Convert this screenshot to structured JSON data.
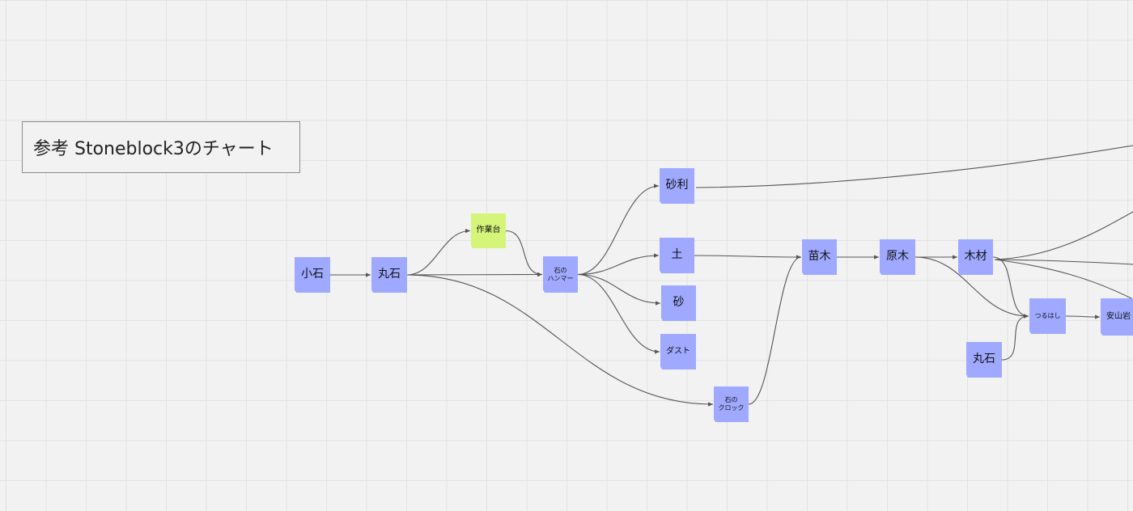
{
  "board": {
    "title": "参考 Stoneblock3のチャート"
  },
  "colors": {
    "note_blue": "#9ea9ff",
    "note_green": "#d5f57a",
    "edge": "#555555",
    "grid": "#e2e2e2",
    "background": "#f2f2f2"
  },
  "nodes": [
    {
      "id": "pebble",
      "label": "小石",
      "color": "blue"
    },
    {
      "id": "cobble1",
      "label": "丸石",
      "color": "blue"
    },
    {
      "id": "crafting_table",
      "label": "作業台",
      "color": "green"
    },
    {
      "id": "stone_hammer",
      "label": "石の\nハンマー",
      "color": "blue"
    },
    {
      "id": "gravel",
      "label": "砂利",
      "color": "blue"
    },
    {
      "id": "dirt",
      "label": "土",
      "color": "blue"
    },
    {
      "id": "sand",
      "label": "砂",
      "color": "blue"
    },
    {
      "id": "dust",
      "label": "ダスト",
      "color": "blue"
    },
    {
      "id": "stone_crook",
      "label": "石の\nクロック",
      "color": "blue"
    },
    {
      "id": "sapling",
      "label": "苗木",
      "color": "blue"
    },
    {
      "id": "log",
      "label": "原木",
      "color": "blue"
    },
    {
      "id": "planks",
      "label": "木材",
      "color": "blue"
    },
    {
      "id": "cobble2",
      "label": "丸石",
      "color": "blue"
    },
    {
      "id": "pickaxe",
      "label": "つるはし",
      "color": "blue"
    },
    {
      "id": "andesite",
      "label": "安山岩",
      "color": "blue"
    }
  ],
  "edges": [
    {
      "from": "pebble",
      "to": "cobble1"
    },
    {
      "from": "cobble1",
      "to": "crafting_table"
    },
    {
      "from": "crafting_table",
      "to": "stone_hammer"
    },
    {
      "from": "cobble1",
      "to": "stone_hammer"
    },
    {
      "from": "cobble1",
      "to": "stone_crook"
    },
    {
      "from": "stone_hammer",
      "to": "gravel"
    },
    {
      "from": "stone_hammer",
      "to": "dirt"
    },
    {
      "from": "stone_hammer",
      "to": "sand"
    },
    {
      "from": "stone_hammer",
      "to": "dust"
    },
    {
      "from": "dirt",
      "to": "sapling"
    },
    {
      "from": "stone_crook",
      "to": "sapling"
    },
    {
      "from": "sapling",
      "to": "log"
    },
    {
      "from": "log",
      "to": "planks"
    },
    {
      "from": "log",
      "to": "pickaxe"
    },
    {
      "from": "planks",
      "to": "pickaxe"
    },
    {
      "from": "cobble2",
      "to": "pickaxe"
    },
    {
      "from": "pickaxe",
      "to": "andesite"
    }
  ],
  "offscreen_edges": [
    {
      "from": "gravel"
    },
    {
      "from": "planks"
    },
    {
      "from": "planks"
    },
    {
      "from": "planks"
    }
  ]
}
